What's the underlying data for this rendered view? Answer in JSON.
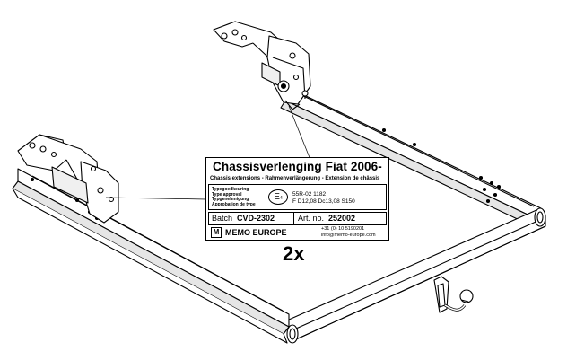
{
  "label": {
    "title": "Chassisverlenging Fiat 2006-",
    "subtitle": "Chassis extensions - Rahmenverlängerung - Extension de châssis",
    "approval_labels": [
      "Typegoedkeuring",
      "Type approval",
      "Typgenehmigung",
      "Approbation de type"
    ],
    "e_mark": "E",
    "e_mark_number": "4",
    "approval_values": [
      "55R-02 1182",
      "F D12,08 Dc13,08 S150"
    ],
    "batch_label": "Batch",
    "batch_value": "CVD-2302",
    "art_label": "Art. no.",
    "art_value": "252002",
    "logo_letter": "M",
    "brand": "MEMO EUROPE",
    "phone": "+31 (0) 10 5190201",
    "email": "info@memo-europe.com"
  },
  "quantity": "2x",
  "colors": {
    "line": "#000000",
    "background": "#ffffff",
    "shading": "#d9d9d9"
  }
}
